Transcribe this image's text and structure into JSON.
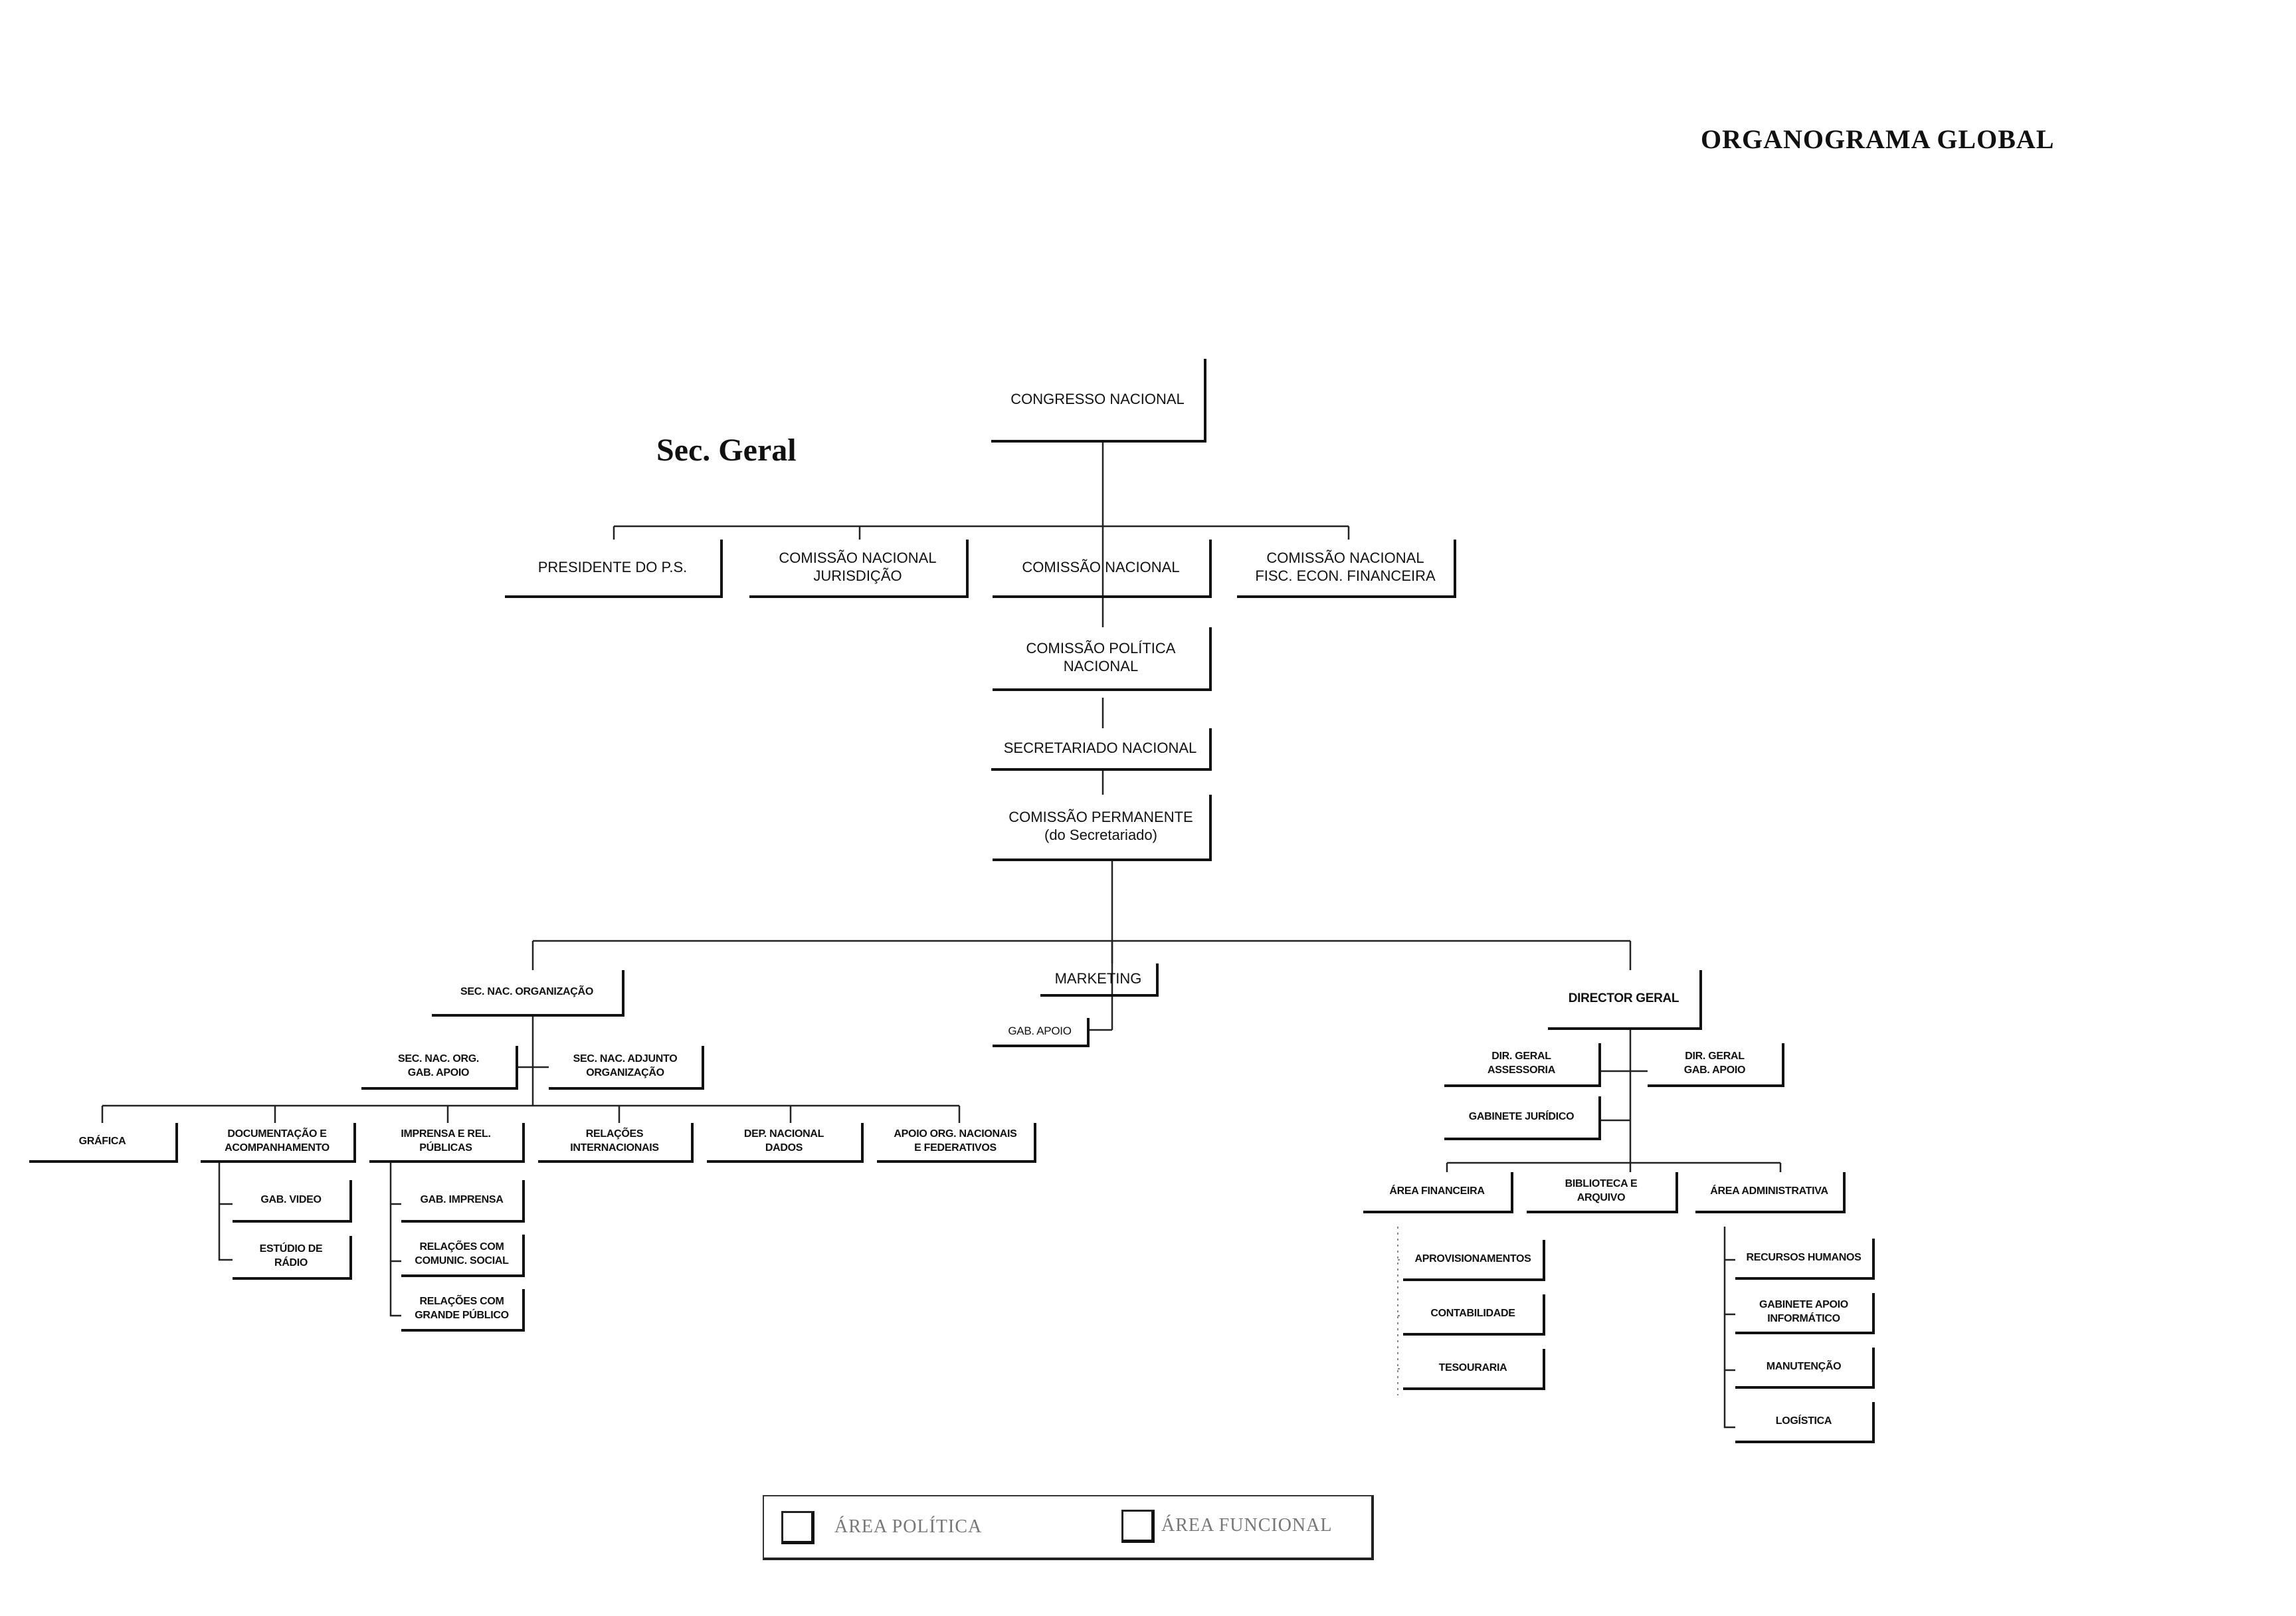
{
  "header": {
    "title": "ORGANOGRAMA GLOBAL",
    "subtitle": "Sec. Geral"
  },
  "nodes": {
    "congresso": "CONGRESSO NACIONAL",
    "presidente": "PRESIDENTE DO P.S.",
    "com_jurisdicao": "COMISSÃO NACIONAL\nJURISDIÇÃO",
    "com_nacional": "COMISSÃO NACIONAL",
    "com_fisc": "COMISSÃO NACIONAL\nFISC. ECON. FINANCEIRA",
    "com_politica": "COMISSÃO POLÍTICA\nNACIONAL",
    "secretariado": "SECRETARIADO NACIONAL",
    "com_permanente": "COMISSÃO PERMANENTE\n(do Secretariado)",
    "sec_nac_org": "SEC. NAC. ORGANIZAÇÃO",
    "marketing": "MARKETING",
    "gab_apoio_mkt": "GAB. APOIO",
    "director_geral": "DIRECTOR GERAL",
    "sec_nac_org_gab": "SEC. NAC. ORG.\nGAB. APOIO",
    "sec_nac_adjunto": "SEC. NAC. ADJUNTO\nORGANIZAÇÃO",
    "grafica": "GRÁFICA",
    "documentacao": "DOCUMENTAÇÃO E\nACOMPANHAMENTO",
    "imprensa": "IMPRENSA E REL.\nPÚBLICAS",
    "relacoes_int": "RELAÇÕES\nINTERNACIONAIS",
    "dep_dados": "DEP. NACIONAL\nDADOS",
    "apoio_org": "APOIO ORG. NACIONAIS\nE FEDERATIVOS",
    "gab_video": "GAB. VIDEO",
    "estudio_radio": "ESTÚDIO DE\nRÁDIO",
    "gab_imprensa": "GAB. IMPRENSA",
    "rel_comunic": "RELAÇÕES COM\nCOMUNIC. SOCIAL",
    "rel_grande": "RELAÇÕES COM\nGRANDE PÚBLICO",
    "dir_assessoria": "DIR. GERAL\nASSESSORIA",
    "dir_gab_apoio": "DIR. GERAL\nGAB. APOIO",
    "gab_juridico": "GABINETE JURÍDICO",
    "area_financeira": "ÁREA FINANCEIRA",
    "biblioteca": "BIBLIOTECA E\nARQUIVO",
    "area_admin": "ÁREA ADMINISTRATIVA",
    "aprovisionamentos": "APROVISIONAMENTOS",
    "contabilidade": "CONTABILIDADE",
    "tesouraria": "TESOURARIA",
    "recursos_humanos": "RECURSOS HUMANOS",
    "gab_informatico": "GABINETE APOIO\nINFORMÁTICO",
    "manutencao": "MANUTENÇÃO",
    "logistica": "LOGÍSTICA"
  },
  "legend": {
    "politica": "ÁREA POLÍTICA",
    "funcional": "ÁREA FUNCIONAL"
  }
}
